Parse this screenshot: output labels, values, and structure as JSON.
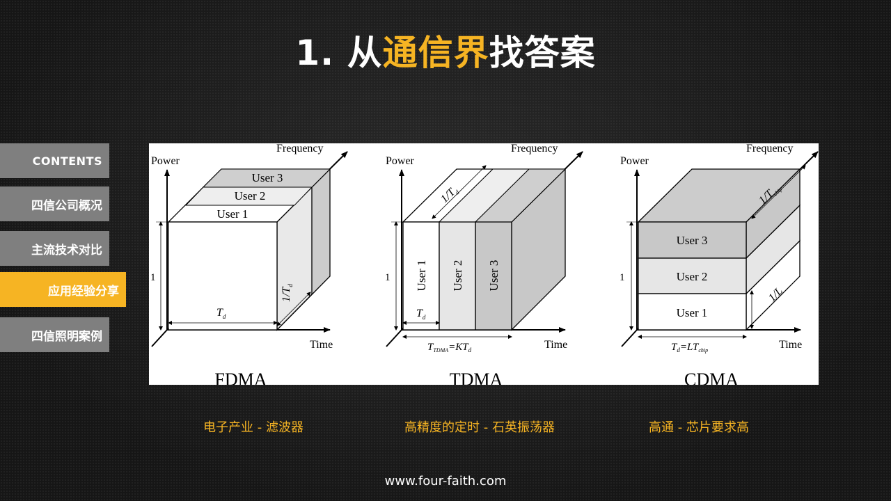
{
  "title": {
    "prefix": "1. 从",
    "accent": "通信界",
    "suffix": "找答案"
  },
  "nav": {
    "items": [
      {
        "label": "CONTENTS"
      },
      {
        "label": "四信公司概况"
      },
      {
        "label": "主流技术对比"
      },
      {
        "label": "应用经验分享"
      },
      {
        "label": "四信照明案例"
      }
    ],
    "active_index": 3
  },
  "figure": {
    "power_label": "Power",
    "frequency_label": "Frequency",
    "time_label": "Time",
    "one_label": "1",
    "fdma": {
      "name": "FDMA",
      "users": [
        "User 3",
        "User 2",
        "User 1"
      ],
      "depth_label": "1/T",
      "depth_sub": "d",
      "width_label": "T",
      "width_sub": "d"
    },
    "tdma": {
      "name": "TDMA",
      "users": [
        "User 1",
        "User 2",
        "User 3"
      ],
      "depth_label": "1/T",
      "depth_sub": "d",
      "width_label": "T",
      "width_sub": "d",
      "bottom_T": "T",
      "bottom_T_sub": "TDMA",
      "bottom_eq": "=KT",
      "bottom_eq_sub": "d"
    },
    "cdma": {
      "name": "CDMA",
      "users": [
        "User 3",
        "User 2",
        "User 1"
      ],
      "depth_label": "1/T",
      "depth_sub": "chip",
      "side_label": "1/L",
      "bottom_T": "T",
      "bottom_T_sub": "d",
      "bottom_eq": "=LT",
      "bottom_eq_sub": "chip"
    }
  },
  "captions": [
    "电子产业 - 滤波器",
    "高精度的定时 - 石英振荡器",
    "高通 - 芯片要求高"
  ],
  "footer": "www.four-faith.com",
  "colors": {
    "accent": "#f6b423",
    "nav_gray": "#7f7f7f"
  }
}
